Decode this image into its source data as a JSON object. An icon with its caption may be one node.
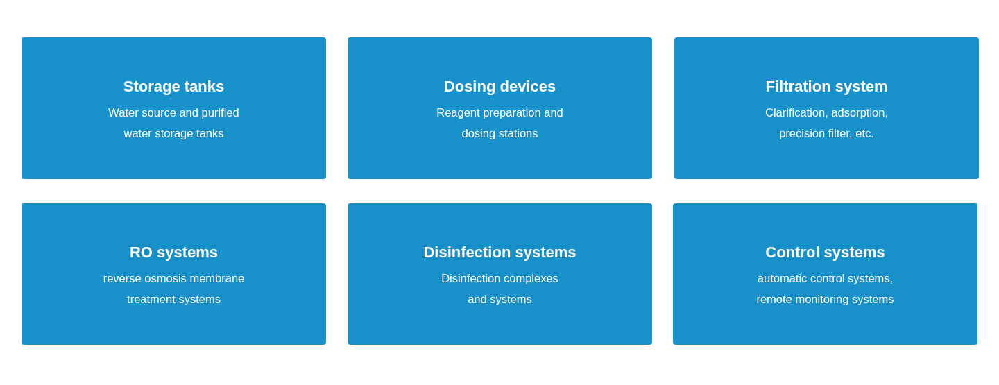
{
  "diagram": {
    "nodes": [
      {
        "text": [
          "Storage tanks",
          "Water source and purified water storage tanks"
        ]
      },
      {
        "text": [
          "Dosing devices",
          "Reagent preparation and dosing stations"
        ]
      },
      {
        "text": [
          "Filtration system",
          "Clarification, adsorption, precision filter, etc."
        ]
      },
      {
        "text": [
          "RO systems",
          "reverse osmosis membrane treatment systems"
        ]
      },
      {
        "text": [
          "Disinfection systems",
          "Disinfection complexes and systems"
        ]
      },
      {
        "text": [
          "Control systems",
          "automatic control systems, remote monitoring systems"
        ]
      }
    ]
  }
}
